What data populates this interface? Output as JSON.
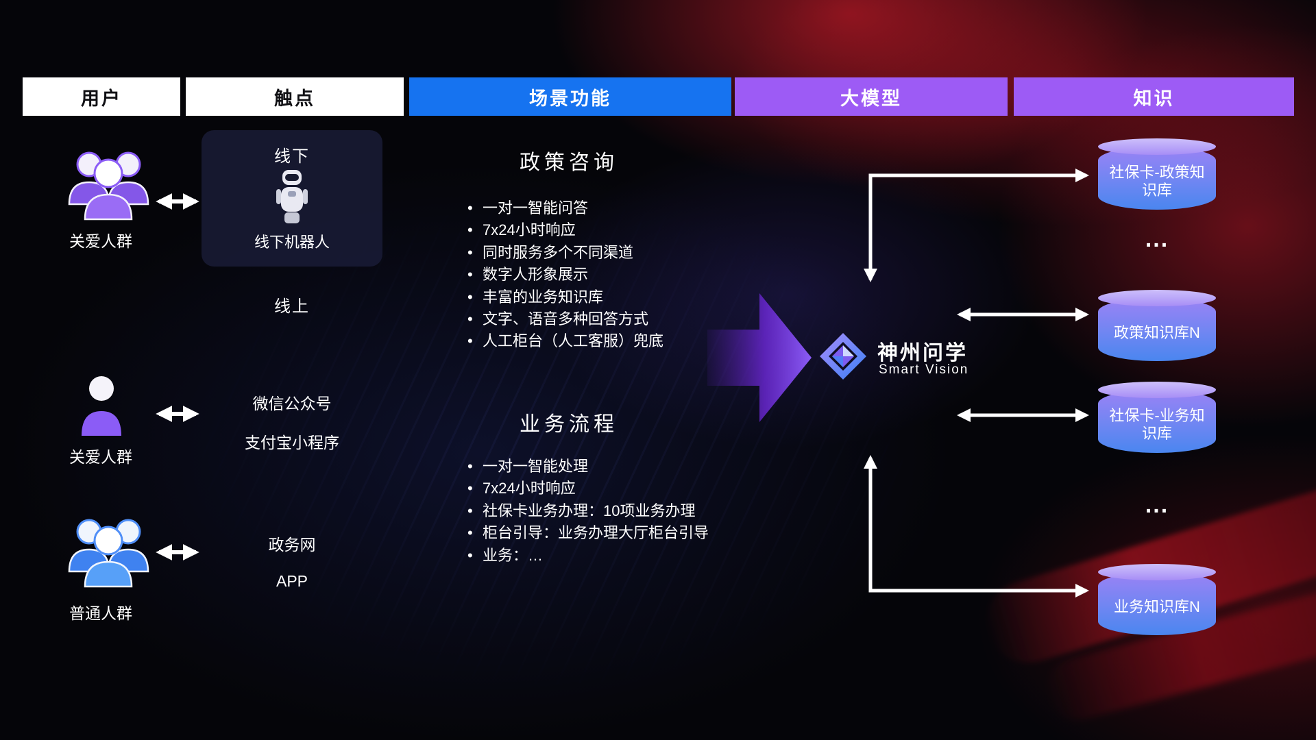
{
  "header": {
    "columns": [
      {
        "label": "用户"
      },
      {
        "label": "触点"
      },
      {
        "label": "场景功能"
      },
      {
        "label": "大模型"
      },
      {
        "label": "知识"
      }
    ]
  },
  "users": {
    "groups": [
      {
        "label": "关爱人群"
      },
      {
        "label": "关爱人群"
      },
      {
        "label": "普通人群"
      }
    ]
  },
  "touchpoints": {
    "offline": {
      "mode": "线下",
      "device": "线下机器人"
    },
    "online": {
      "mode": "线上"
    },
    "channels": [
      "微信公众号",
      "支付宝小程序",
      "政务网",
      "APP"
    ]
  },
  "scenarios": [
    {
      "title": "政策咨询",
      "items": [
        "一对一智能问答",
        "7x24小时响应",
        "同时服务多个不同渠道",
        "数字人形象展示",
        "丰富的业务知识库",
        "文字、语音多种回答方式",
        "人工柜台（人工客服）兜底"
      ]
    },
    {
      "title": "业务流程",
      "items": [
        "一对一智能处理",
        "7x24小时响应",
        "社保卡业务办理：10项业务办理",
        "柜台引导：业务办理大厅柜台引导",
        "业务：…"
      ]
    }
  ],
  "model": {
    "name": "神州问学",
    "subtitle": "Smart Vision"
  },
  "knowledge": {
    "bases": [
      "社保卡-政策知识库",
      "政策知识库N",
      "社保卡-业务知识库",
      "业务知识库N"
    ],
    "dots": "..."
  },
  "colors": {
    "header_blue": "#1673f0",
    "header_purple": "#9d5bf5",
    "accent_purple": "#8b5cf6",
    "cylinder_top": "#cdbffb",
    "cylinder_bottom": "#4a86ef",
    "arrow": "#ffffff"
  }
}
